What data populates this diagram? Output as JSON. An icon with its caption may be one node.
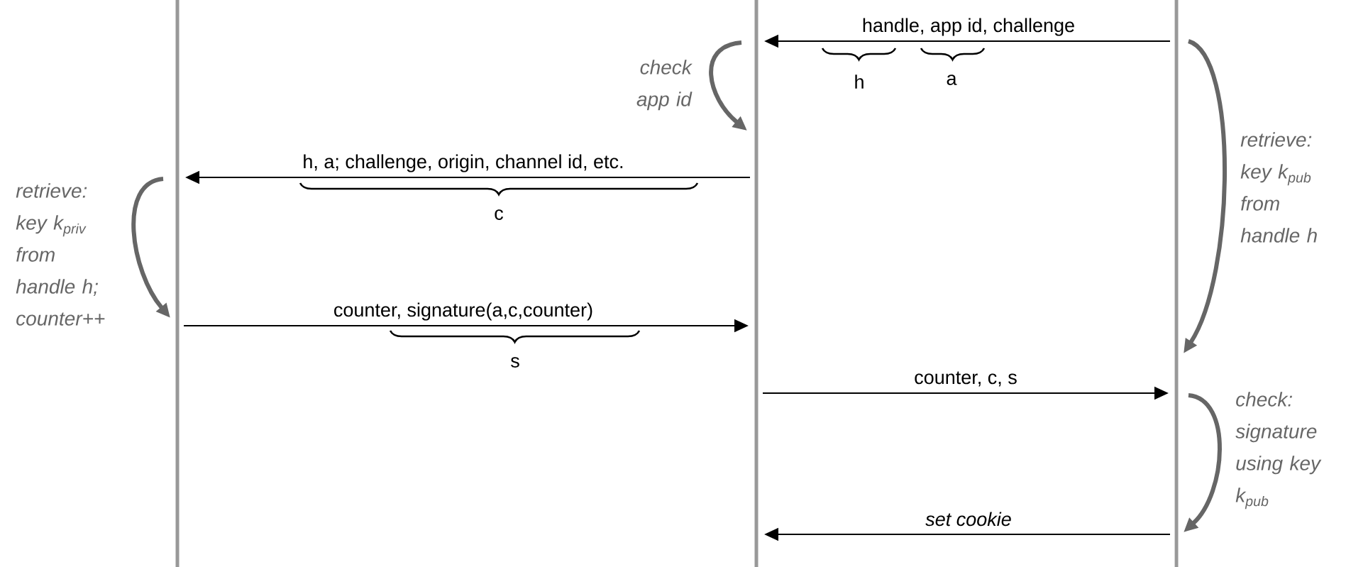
{
  "diagram": {
    "nodes": [
      {
        "text": [],
        "shape": "bar"
      },
      {
        "text": [],
        "shape": "bar"
      },
      {
        "text": [],
        "shape": "bar"
      }
    ],
    "edges": [
      {
        "from": 2,
        "to": 1,
        "arrow": "to",
        "label": "handle, app id, challenge"
      },
      {
        "from": 1,
        "to": 1,
        "arrow": "to",
        "label": "check app id",
        "style": "thick",
        "color": "#666666"
      },
      {
        "from": 1,
        "to": 0,
        "arrow": "to",
        "label": "h, a; challenge, origin, channel id, etc."
      },
      {
        "from": 0,
        "to": 0,
        "arrow": "to",
        "label": "retrieve: key k$_{priv}$ from handle h; counter++",
        "style": "thick",
        "color": "#666666"
      },
      {
        "from": 2,
        "to": 2,
        "arrow": "to",
        "label": "retrieve: key k$_{pub}$ from handle h",
        "style": "thick",
        "color": "#666666"
      },
      {
        "from": 0,
        "to": 1,
        "arrow": "to",
        "label": "counter, signature(a,c,counter)"
      },
      {
        "from": 1,
        "to": 2,
        "arrow": "to",
        "label": "counter, c, s"
      },
      {
        "from": 2,
        "to": 2,
        "arrow": "to",
        "label": "check: signature using key k$_{pub}$",
        "style": "thick",
        "color": "#666666"
      },
      {
        "from": 2,
        "to": 1,
        "arrow": "to",
        "label": "set cookie"
      }
    ],
    "labels": [
      "h",
      "a",
      "c",
      "s"
    ]
  }
}
